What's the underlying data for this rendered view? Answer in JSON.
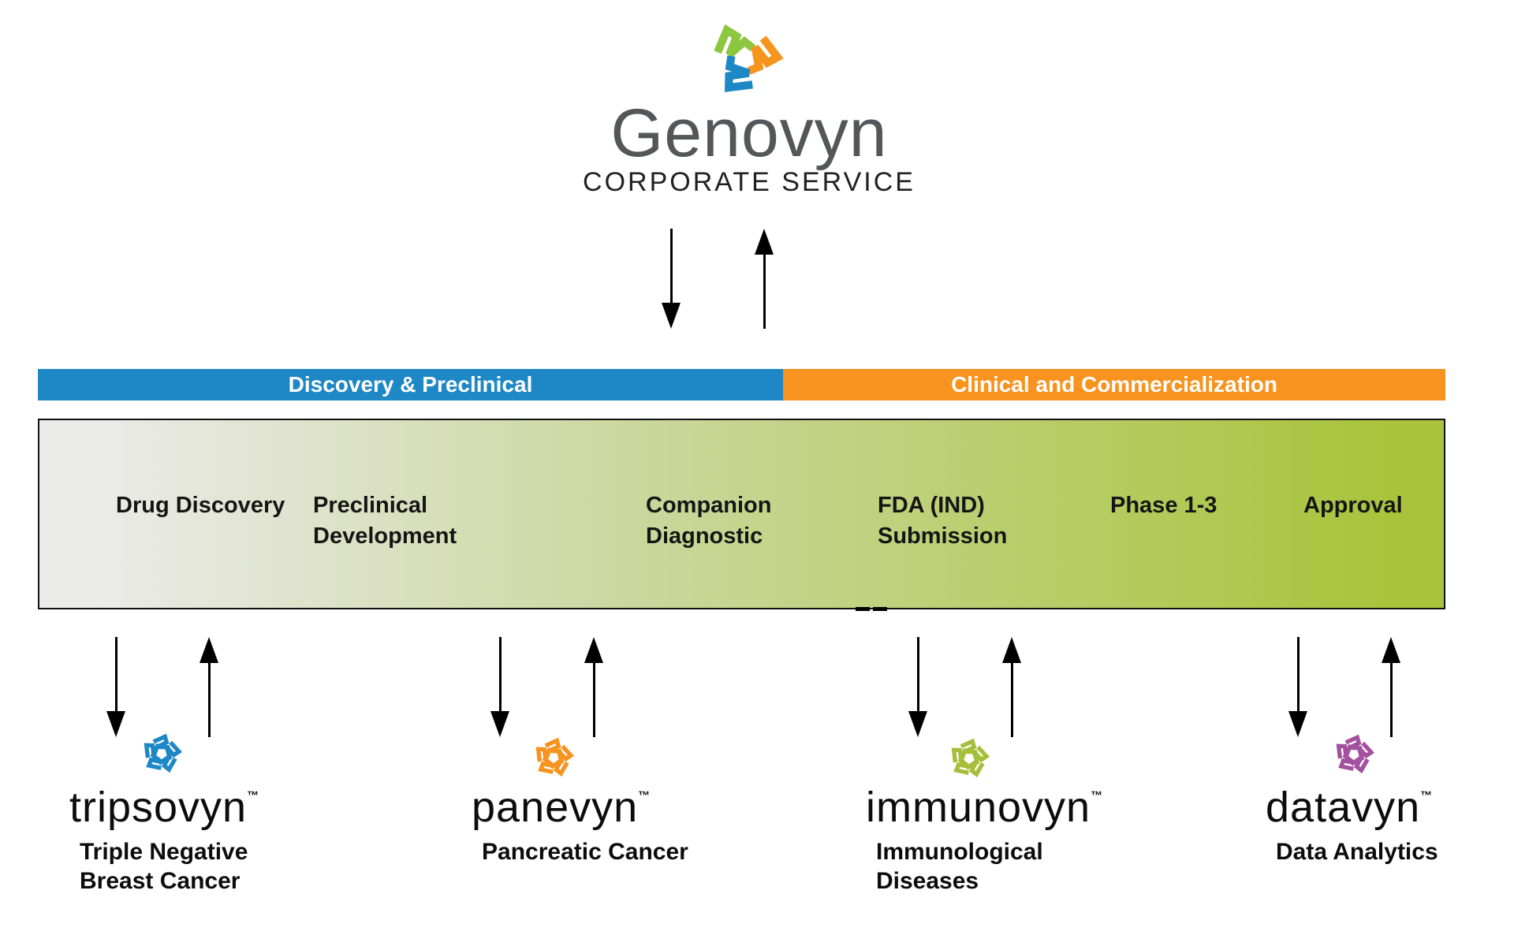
{
  "logo": {
    "name": "Genovyn",
    "subtitle": "CORPORATE SERVICE"
  },
  "pipeline": {
    "phases": [
      {
        "label": "Discovery & Preclinical",
        "color": "#1e87c5"
      },
      {
        "label": "Clinical and Commercialization",
        "color": "#f7931e"
      }
    ],
    "stages": [
      {
        "line1": "Drug Discovery",
        "line2": ""
      },
      {
        "line1": "Preclinical",
        "line2": "Development"
      },
      {
        "line1": "Companion",
        "line2": "Diagnostic"
      },
      {
        "line1": "FDA (IND)",
        "line2": "Submission"
      },
      {
        "line1": "Phase 1-3",
        "line2": ""
      },
      {
        "line1": "Approval",
        "line2": ""
      }
    ]
  },
  "brands": [
    {
      "name": "tripsovyn",
      "trademark": "™",
      "desc_line1": "Triple Negative",
      "desc_line2": "Breast Cancer",
      "color": "#1e87c5"
    },
    {
      "name": "panevyn",
      "trademark": "™",
      "desc_line1": "Pancreatic Cancer",
      "desc_line2": "",
      "color": "#f7931e"
    },
    {
      "name": "immunovyn",
      "trademark": "™",
      "desc_line1": "Immunological",
      "desc_line2": "Diseases",
      "color": "#a5bf3b"
    },
    {
      "name": "datavyn",
      "trademark": "™",
      "desc_line1": "Data Analytics",
      "desc_line2": "",
      "color": "#a3519f"
    }
  ],
  "colors": {
    "logo_green": "#8dc63f",
    "logo_orange": "#f7941e",
    "logo_blue": "#1e87c5",
    "logo_text": "#54565a",
    "subtitle_text": "#231f20",
    "box_start": "#ebebe9",
    "box_mid": "#ccd79e",
    "box_end": "#a9c43c"
  }
}
